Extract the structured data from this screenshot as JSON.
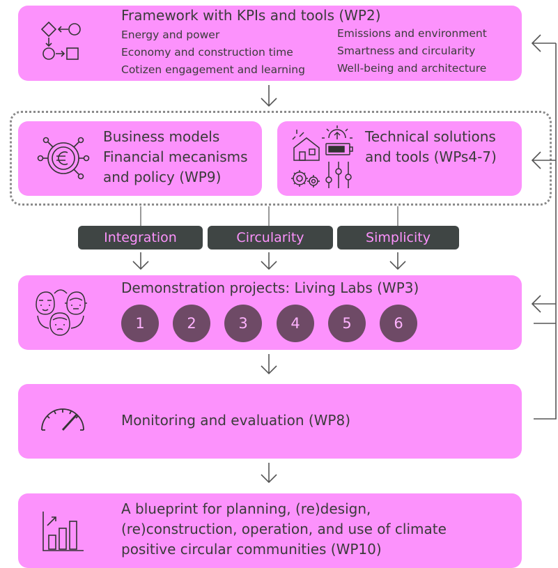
{
  "framework": {
    "title": "Framework with KPIs and tools (WP2)",
    "kpis_left": [
      "Energy and power",
      "Economy and construction time",
      "Cotizen engagement and learning"
    ],
    "kpis_right": [
      "Emissions and environment",
      "Smartness and circularity",
      "Well-being and architecture"
    ],
    "icon": "process-flow-icon"
  },
  "business": {
    "lines": [
      "Business models",
      "Financial mecanisms",
      "and policy (WP9)"
    ],
    "icon": "euro-network-icon"
  },
  "technical": {
    "lines": [
      "Technical solutions",
      "and tools (WPs4-7)"
    ],
    "icon": "technology-tools-icon"
  },
  "principles": [
    "Integration",
    "Circularity",
    "Simplicity"
  ],
  "demonstration": {
    "title": "Demonstration projects: Living Labs (WP3)",
    "labs": [
      "1",
      "2",
      "3",
      "4",
      "5",
      "6"
    ],
    "icon": "people-group-icon"
  },
  "monitoring": {
    "title": "Monitoring and evaluation (WP8)",
    "icon": "gauge-icon"
  },
  "blueprint": {
    "lines": [
      "A blueprint for planning, (re)design,",
      "(re)construction, operation, and use of climate",
      "positive circular communities (WP10)"
    ],
    "icon": "growth-chart-icon"
  },
  "colors": {
    "box": "#fc92fc",
    "pill": "#3f4544",
    "pill_text": "#fc92fc",
    "badge": "#6e4a66",
    "ink": "#3b3b3b"
  }
}
